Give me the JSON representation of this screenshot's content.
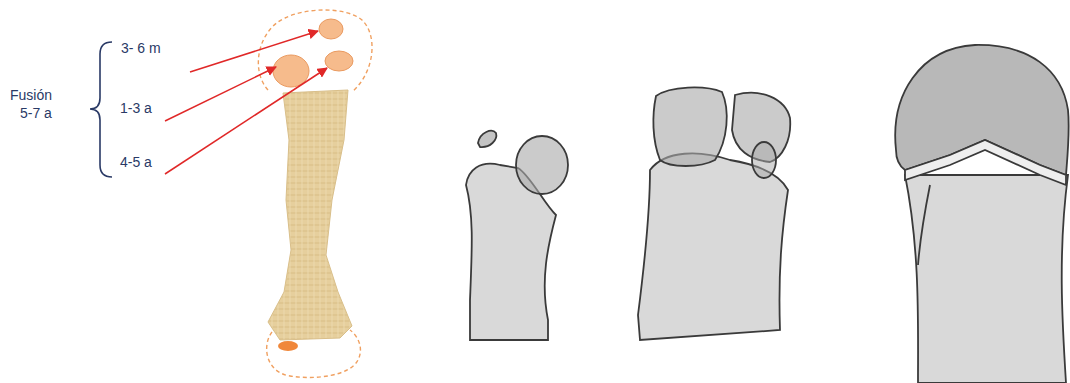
{
  "diagram": {
    "labels": [
      "Fusión",
      "5-7 a",
      "3- 6 m",
      "1-3 a",
      "4-5 a"
    ]
  }
}
